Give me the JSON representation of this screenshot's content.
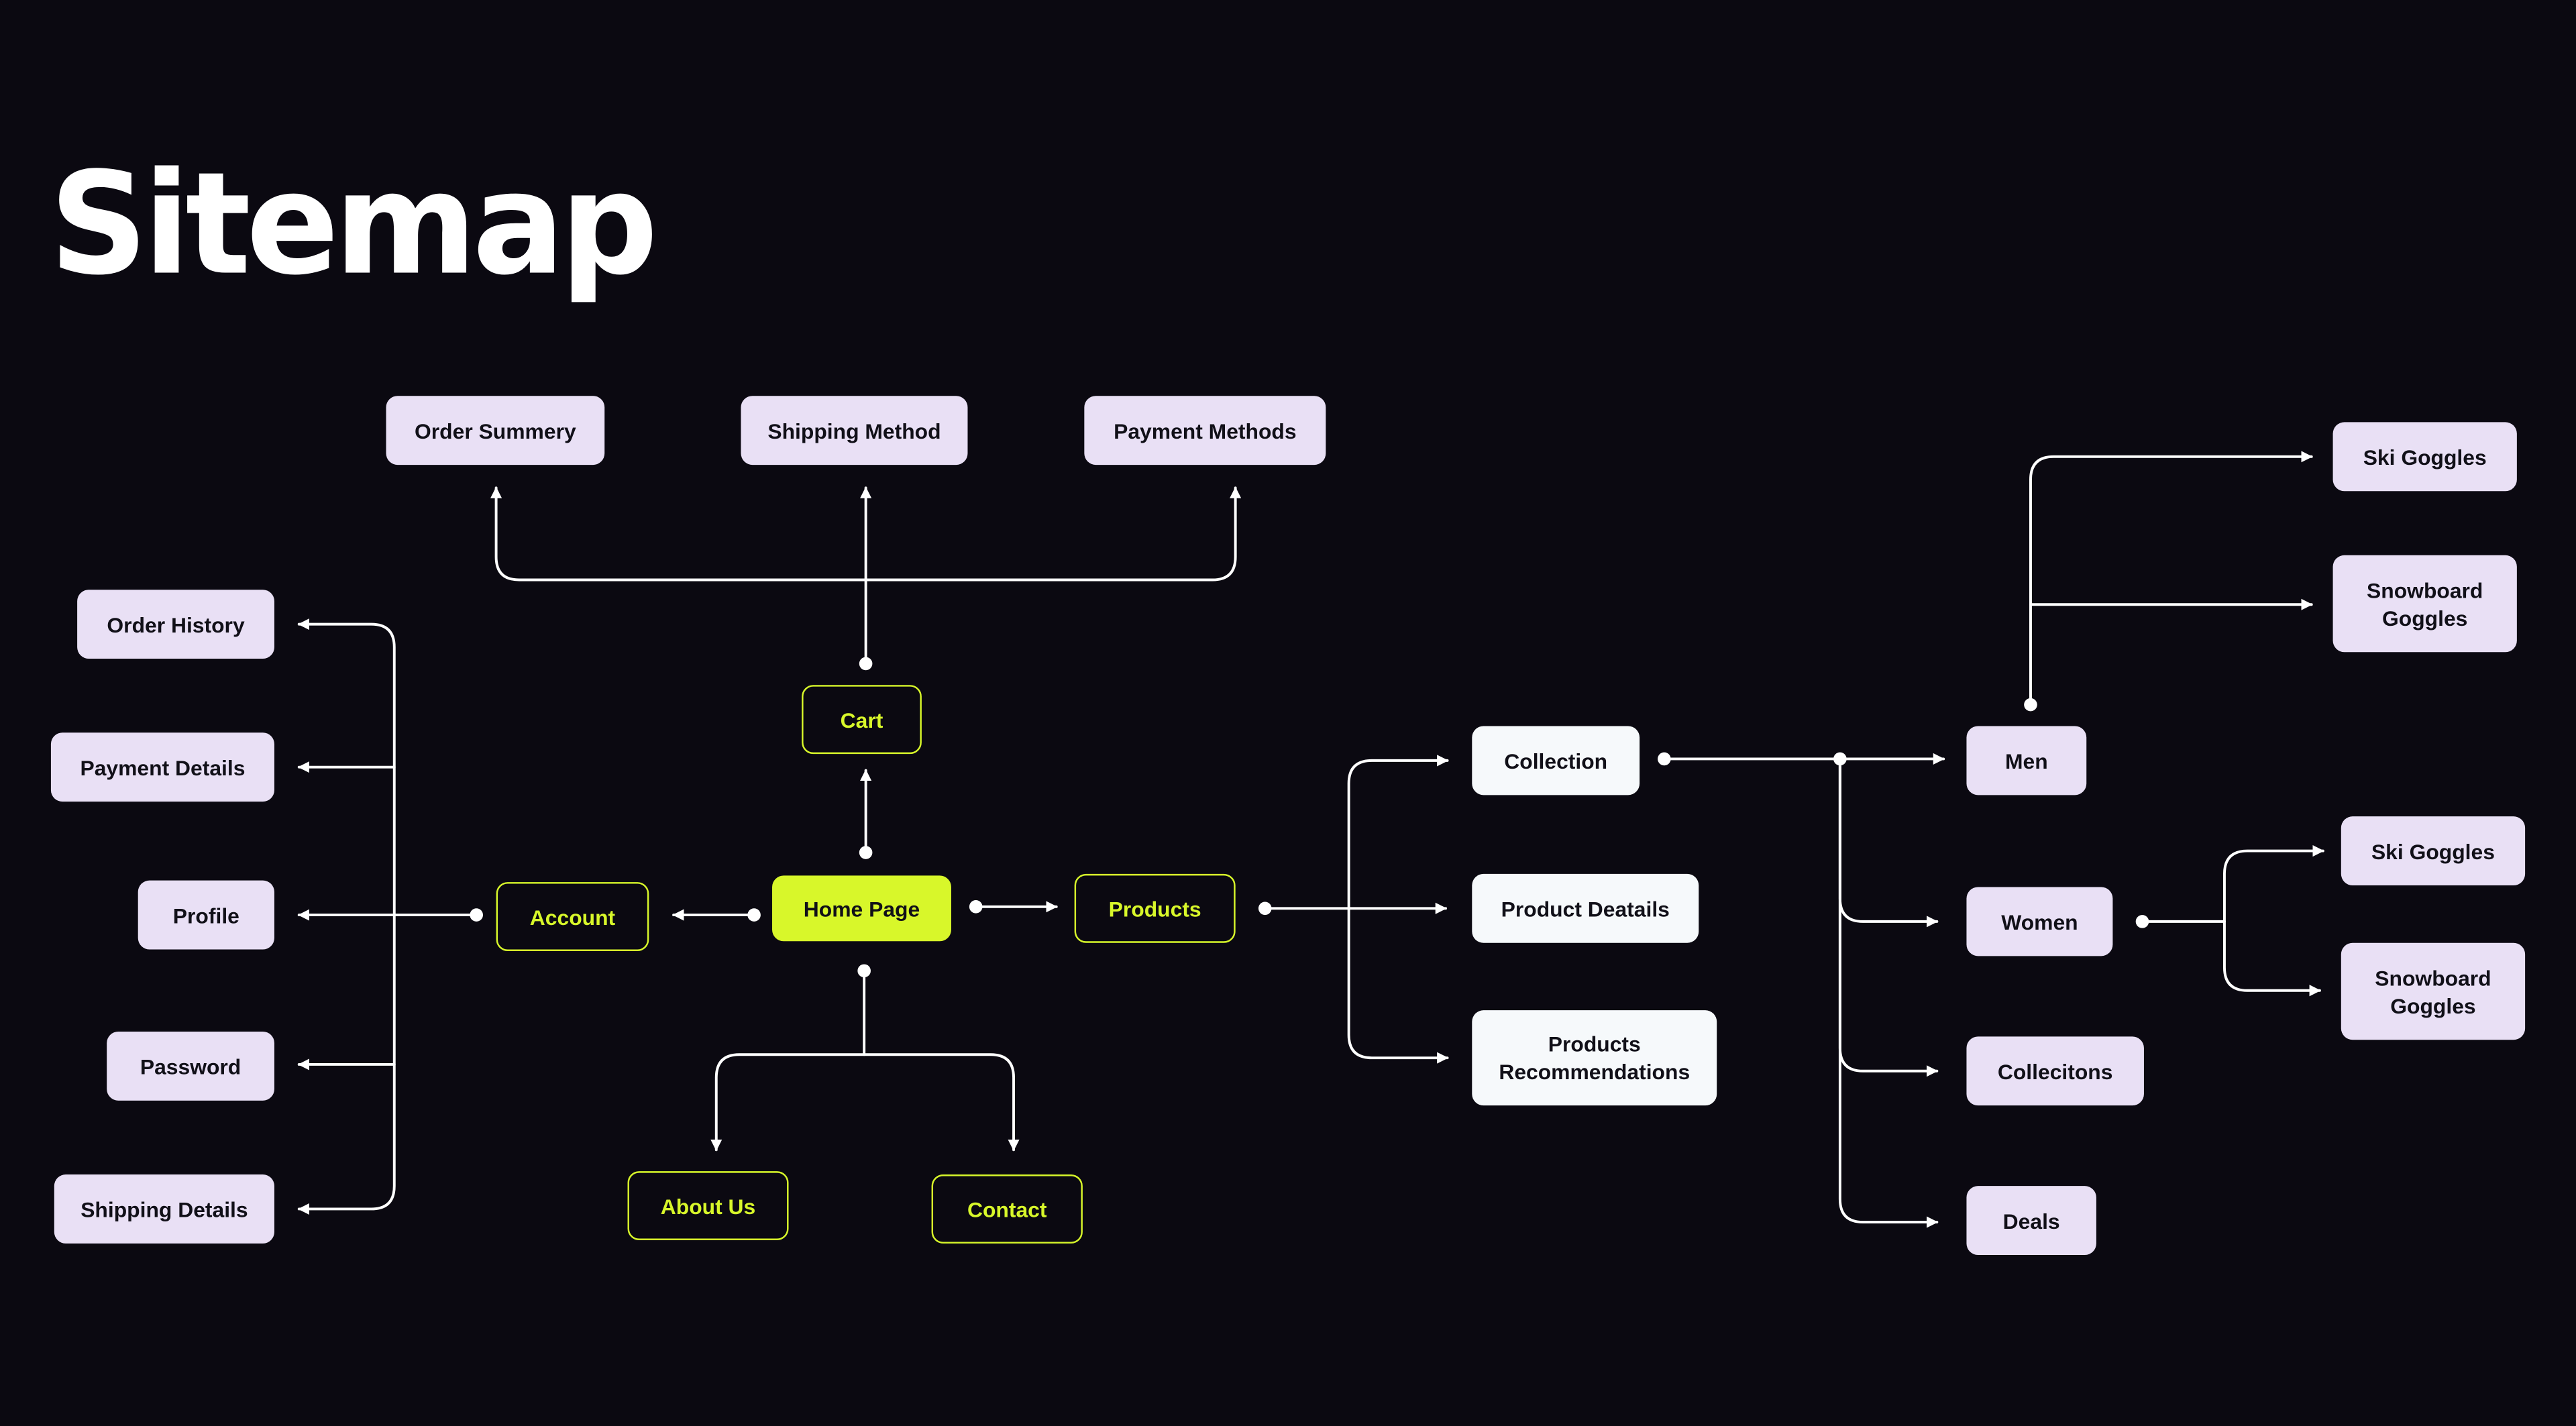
{
  "title": "Sitemap",
  "colors": {
    "background": "#0b0911",
    "accent": "#d8f72a",
    "node_lavender": "#e9e0f5",
    "node_white": "#f6f9fb",
    "connector": "#ffffff"
  },
  "nodes": {
    "home_page": "Home Page",
    "cart": "Cart",
    "account": "Account",
    "products": "Products",
    "about_us": "About Us",
    "contact": "Contact",
    "order_summery": "Order Summery",
    "shipping_method": "Shipping Method",
    "payment_methods": "Payment Methods",
    "order_history": "Order History",
    "payment_details": "Payment Details",
    "profile": "Profile",
    "password": "Password",
    "shipping_details": "Shipping Details",
    "collection": "Collection",
    "product_details": "Product Deatails",
    "products_recommendations": "Products\nRecommendations",
    "men": "Men",
    "women": "Women",
    "collections": "Collecitons",
    "deals": "Deals",
    "men_ski_goggles": "Ski Goggles",
    "men_snowboard_goggles": "Snowboard\nGoggles",
    "women_ski_goggles": "Ski Goggles",
    "women_snowboard_goggles": "Snowboard\nGoggles"
  },
  "edges": [
    {
      "from": "home_page",
      "to": "cart"
    },
    {
      "from": "home_page",
      "to": "account"
    },
    {
      "from": "home_page",
      "to": "products"
    },
    {
      "from": "home_page",
      "to": "about_us"
    },
    {
      "from": "home_page",
      "to": "contact"
    },
    {
      "from": "cart",
      "to": "order_summery"
    },
    {
      "from": "cart",
      "to": "shipping_method"
    },
    {
      "from": "cart",
      "to": "payment_methods"
    },
    {
      "from": "account",
      "to": "order_history"
    },
    {
      "from": "account",
      "to": "payment_details"
    },
    {
      "from": "account",
      "to": "profile"
    },
    {
      "from": "account",
      "to": "password"
    },
    {
      "from": "account",
      "to": "shipping_details"
    },
    {
      "from": "products",
      "to": "collection"
    },
    {
      "from": "products",
      "to": "product_details"
    },
    {
      "from": "products",
      "to": "products_recommendations"
    },
    {
      "from": "collection",
      "to": "men"
    },
    {
      "from": "collection",
      "to": "women"
    },
    {
      "from": "collection",
      "to": "collections"
    },
    {
      "from": "collection",
      "to": "deals"
    },
    {
      "from": "men",
      "to": "men_ski_goggles"
    },
    {
      "from": "men",
      "to": "men_snowboard_goggles"
    },
    {
      "from": "women",
      "to": "women_ski_goggles"
    },
    {
      "from": "women",
      "to": "women_snowboard_goggles"
    }
  ]
}
